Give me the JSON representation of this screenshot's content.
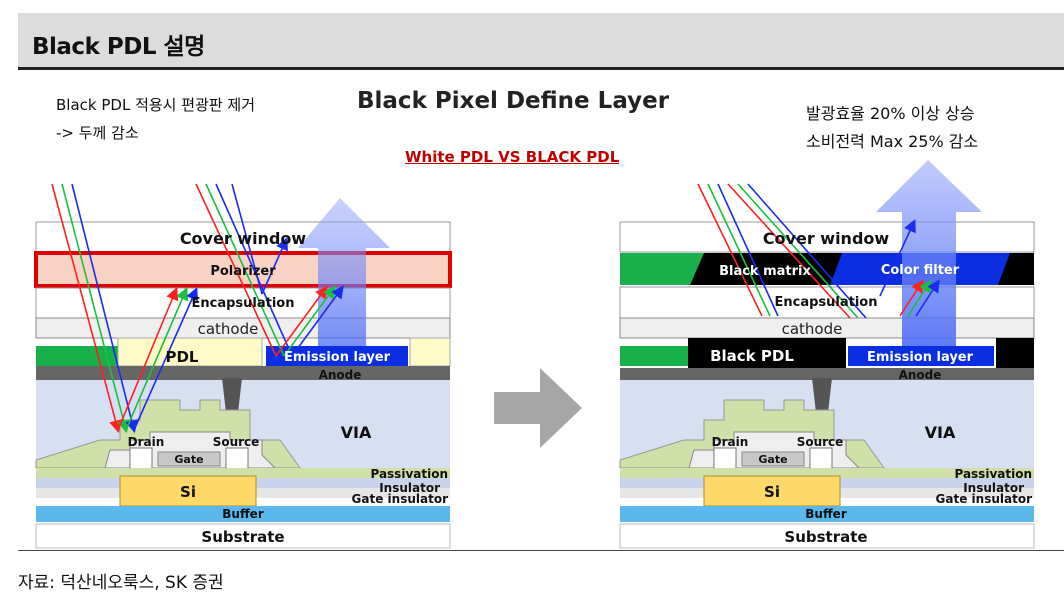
{
  "header": {
    "title": "Black PDL 설명"
  },
  "main_title": "Black Pixel Define Layer",
  "sub_title": "White PDL  VS  BLACK PDL",
  "left_annotation": {
    "line1": "Black PDL 적용시 편광판 제거",
    "line2": "-> 두께 감소"
  },
  "right_annotation": {
    "line1": "발광효율 20% 이상 상승",
    "line2": "소비전력 Max 25% 감소"
  },
  "left_diagram": {
    "cover_window": "Cover window",
    "polarizer": "Polarizer",
    "encapsulation": "Encapsulation",
    "cathode": "cathode",
    "pdl": "PDL",
    "emission": "Emission layer",
    "anode": "Anode",
    "via": "VIA",
    "drain": "Drain",
    "source": "Source",
    "gate": "Gate",
    "passivation": "Passivation",
    "insulator": "Insulator",
    "gate_insulator": "Gate insulator",
    "si": "Si",
    "buffer": "Buffer",
    "substrate": "Substrate"
  },
  "right_diagram": {
    "cover_window": "Cover window",
    "black_matrix": "Black matrix",
    "color_filter": "Color filter",
    "encapsulation": "Encapsulation",
    "cathode": "cathode",
    "black_pdl": "Black PDL",
    "emission": "Emission layer",
    "anode": "Anode",
    "via": "VIA",
    "drain": "Drain",
    "source": "Source",
    "gate": "Gate",
    "passivation": "Passivation",
    "insulator": "Insulator",
    "gate_insulator": "Gate insulator",
    "si": "Si",
    "buffer": "Buffer",
    "substrate": "Substrate"
  },
  "source_note": "자료: 덕산네오룩스, SK 증권",
  "colors": {
    "header_bg": "#dcdcdc",
    "emission": "#0a2ee0",
    "pdl_white": "#fffbc8",
    "polarizer": "#f8d2c4",
    "polarizer_border": "#e00000",
    "green_subpixel": "#18b04a",
    "via": "#d6e0f2",
    "buffer": "#5bb8ec",
    "si": "#ffd86a",
    "anode": "#666666",
    "arrow_blue": "#4e6cf6",
    "arrow_gray": "#a6a6a6"
  }
}
